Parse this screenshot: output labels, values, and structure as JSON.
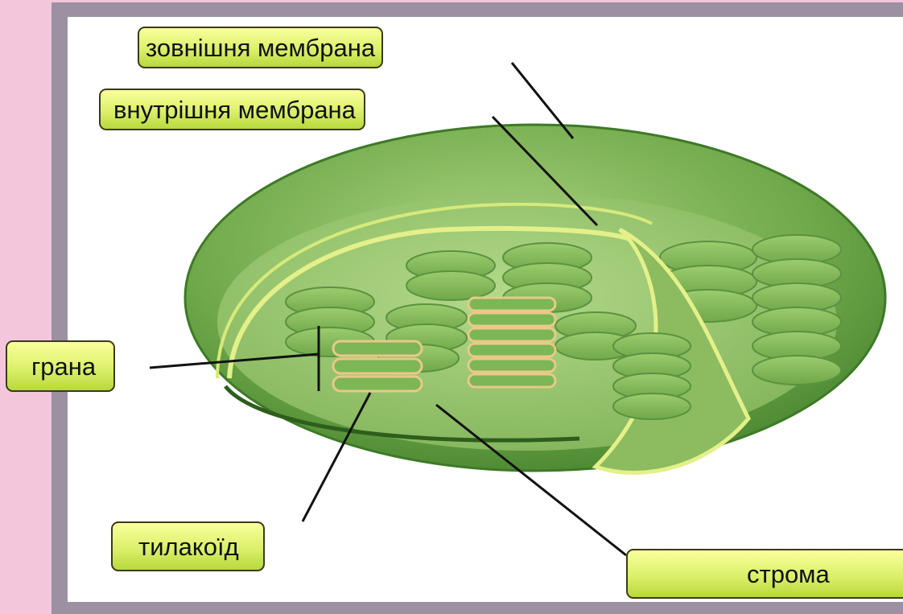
{
  "labels": {
    "outer_membrane": "зовнішня мембрана",
    "inner_membrane": "внутрішня мембрана",
    "granum": "грана",
    "thylakoid": "тилакоїд",
    "stroma": "строма"
  },
  "colors": {
    "page_background": "#f4c6dc",
    "frame": "#9b91a2",
    "panel": "#ffffff",
    "organelle_outer": "#6fa84a",
    "organelle_inner": "#8dbd5e",
    "membrane_line": "#e4f08a",
    "thylakoid_outline": "#e8c98a",
    "label_fill": "#dcf06a"
  }
}
